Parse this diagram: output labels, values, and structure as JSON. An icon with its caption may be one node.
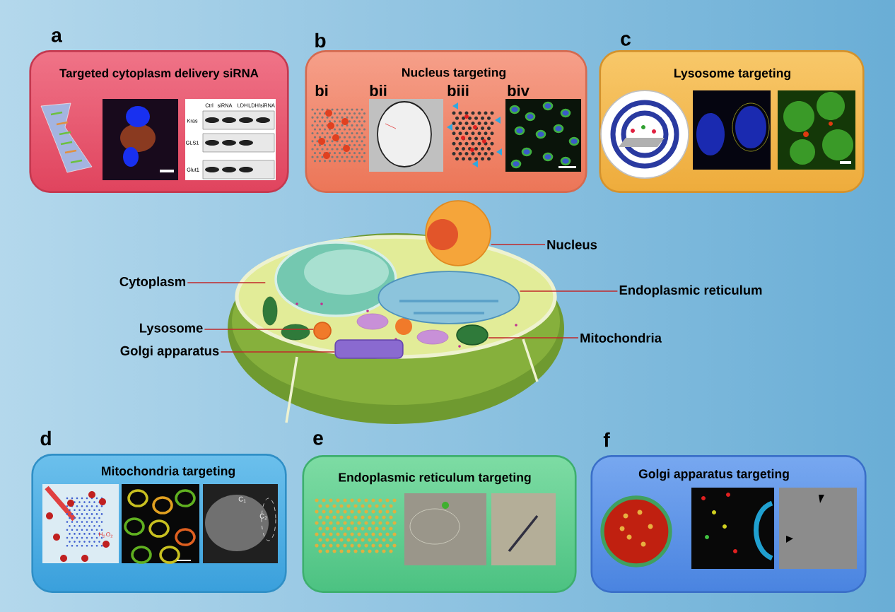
{
  "diagram": {
    "nodes": [
      {
        "text": [
          "a",
          "Targeted  cytoplasm delivery siRNA"
        ]
      },
      {
        "text": [
          "b",
          "Nucleus targeting"
        ]
      },
      {
        "text": [
          "c",
          "Lysosome targeting"
        ]
      },
      {
        "text": [
          "Nucleus"
        ]
      },
      {
        "text": [
          "Cytoplasm"
        ]
      },
      {
        "text": [
          "Endoplasmic reticulum"
        ]
      },
      {
        "text": [
          "Lysosome"
        ]
      },
      {
        "text": [
          "Mitochondria"
        ]
      },
      {
        "text": [
          "Golgi apparatus"
        ]
      },
      {
        "text": [],
        "shape": "picture"
      },
      {
        "text": [],
        "shape": "picture"
      },
      {
        "text": [],
        "shape": "circle"
      },
      {
        "text": [],
        "shape": "ellipse"
      },
      {
        "text": [],
        "shape": "box"
      },
      {
        "text": [
          "d",
          "Mitochondria targeting"
        ]
      },
      {
        "text": [
          "e",
          "Endoplasmic reticulum targeting"
        ]
      },
      {
        "text": [
          "f",
          "Golgi apparatus targeting"
        ]
      }
    ],
    "edges": [
      {
        "from": 3,
        "to": 9,
        "arrow": "none"
      },
      {
        "from": 4,
        "to": null,
        "arrow": "none"
      },
      {
        "from": 5,
        "to": 10,
        "arrow": "none"
      },
      {
        "from": 6,
        "to": 11,
        "arrow": "none"
      },
      {
        "from": 7,
        "to": 12,
        "arrow": "none"
      },
      {
        "from": 8,
        "to": 13,
        "arrow": "none"
      }
    ],
    "labels": [
      "Ctrl",
      "siRNA",
      "LDH",
      "LDH/siRNA",
      "Kras",
      "GLS1",
      "Glut1",
      "bi",
      "bii",
      "biii",
      "biv",
      "H$_{2}$O$_{2}$",
      "C$_{1}$",
      "C$_{2}$"
    ]
  }
}
